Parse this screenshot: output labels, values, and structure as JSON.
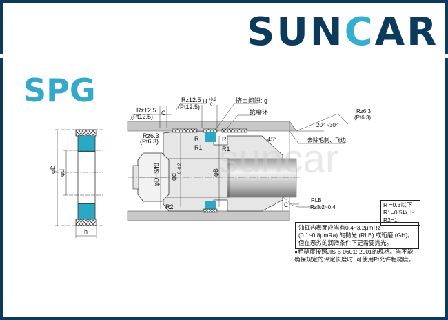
{
  "brand": {
    "logo_prefix": "SUN",
    "logo_c": "C",
    "logo_suffix": "AR"
  },
  "product_code": "SPG",
  "watermark": "suncar",
  "seal_view": {
    "outer_dia": "φD",
    "inner_dia": "φd",
    "height": "h"
  },
  "section_view": {
    "rz_outer": "Rz12.5",
    "pt_outer": "(Pt12.5)",
    "chamfer_c_top": "C",
    "rz_groove": "Rz12.5",
    "pt_groove": "(Pt12.5)",
    "groove_width": "H",
    "groove_tol_upper": "+0.2",
    "groove_tol_lower": "0",
    "extrusion_gap": "挤出间隙: g",
    "wear_ring": "抗磨环",
    "rz_side": "Rz6.3",
    "pt_side": "(Pt6.3)",
    "radius_r_left": "R",
    "radius_r_right": "R",
    "radius_r1_left": "R1",
    "radius_r1_right": "R1",
    "angle_45": "45°",
    "bore_fit": "φDH9/f8",
    "groove_dia": "φd",
    "groove_dia_tol": "0 -0.2",
    "piston_dia": "φB",
    "radius_r2": "R2",
    "rz_chamfer": "Rz6.3",
    "pt_chamfer": "(Pt6.3)",
    "chamfer_angle": "20° ~30°",
    "deburr": "去除毛刺、飞边",
    "chamfer_c_bottom": "C",
    "rlb_label": "RLB",
    "rlb_rz": "Rz3.2~0.4"
  },
  "radius_notes": [
    "R =0.3以下",
    "R1=0.5以下",
    "R2=1"
  ],
  "surface_note": "油缸内表面应当有0.4~3.2μmRz (0.1~0.8μmRa) 的抛光 (RLB) 或珩磨 (GH)。但在恶劣的润滑条件下更需要抛光。",
  "footnote": "●粗糙度按照JIS B 0601: 2001的规格。当不能确保规定的评定长度时, 可使用Pt允许粗糙度。",
  "colors": {
    "navy": "#0b3a5c",
    "cyan": "#35aed2",
    "wall_gray": "#c8c8c8"
  }
}
